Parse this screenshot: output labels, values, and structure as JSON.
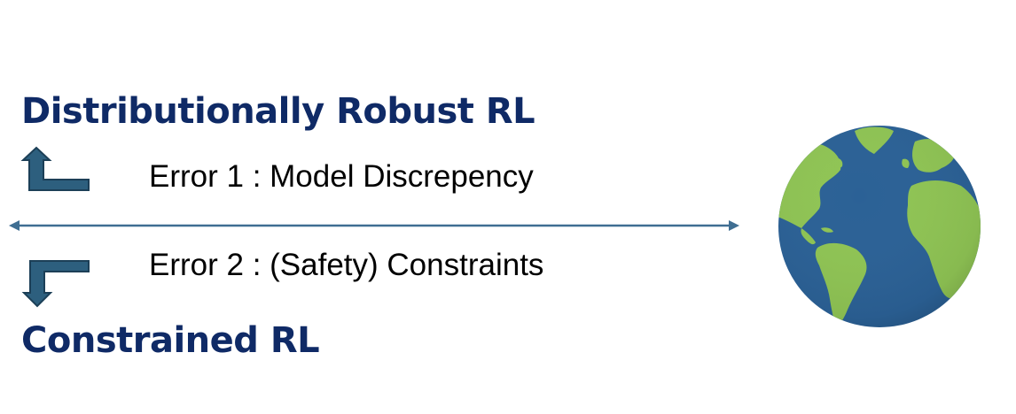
{
  "headings": {
    "robust": "Distributionally Robust RL",
    "constrained": "Constrained RL"
  },
  "errors": {
    "error1": "Error 1 : Model Discrepency",
    "error2": "Error 2 : (Safety) Constraints"
  },
  "icons": {
    "up_arrow": "bent-arrow-up-icon",
    "down_arrow": "bent-arrow-down-icon",
    "axis": "double-headed-arrow",
    "globe": "earth-globe-icon"
  },
  "colors": {
    "heading": "#0f2a66",
    "arrow_fill": "#2d5f7e",
    "arrow_stroke": "#1c3f57",
    "axis": "#3f6e92",
    "ocean": "#2b6196",
    "land": "#8fc454"
  }
}
